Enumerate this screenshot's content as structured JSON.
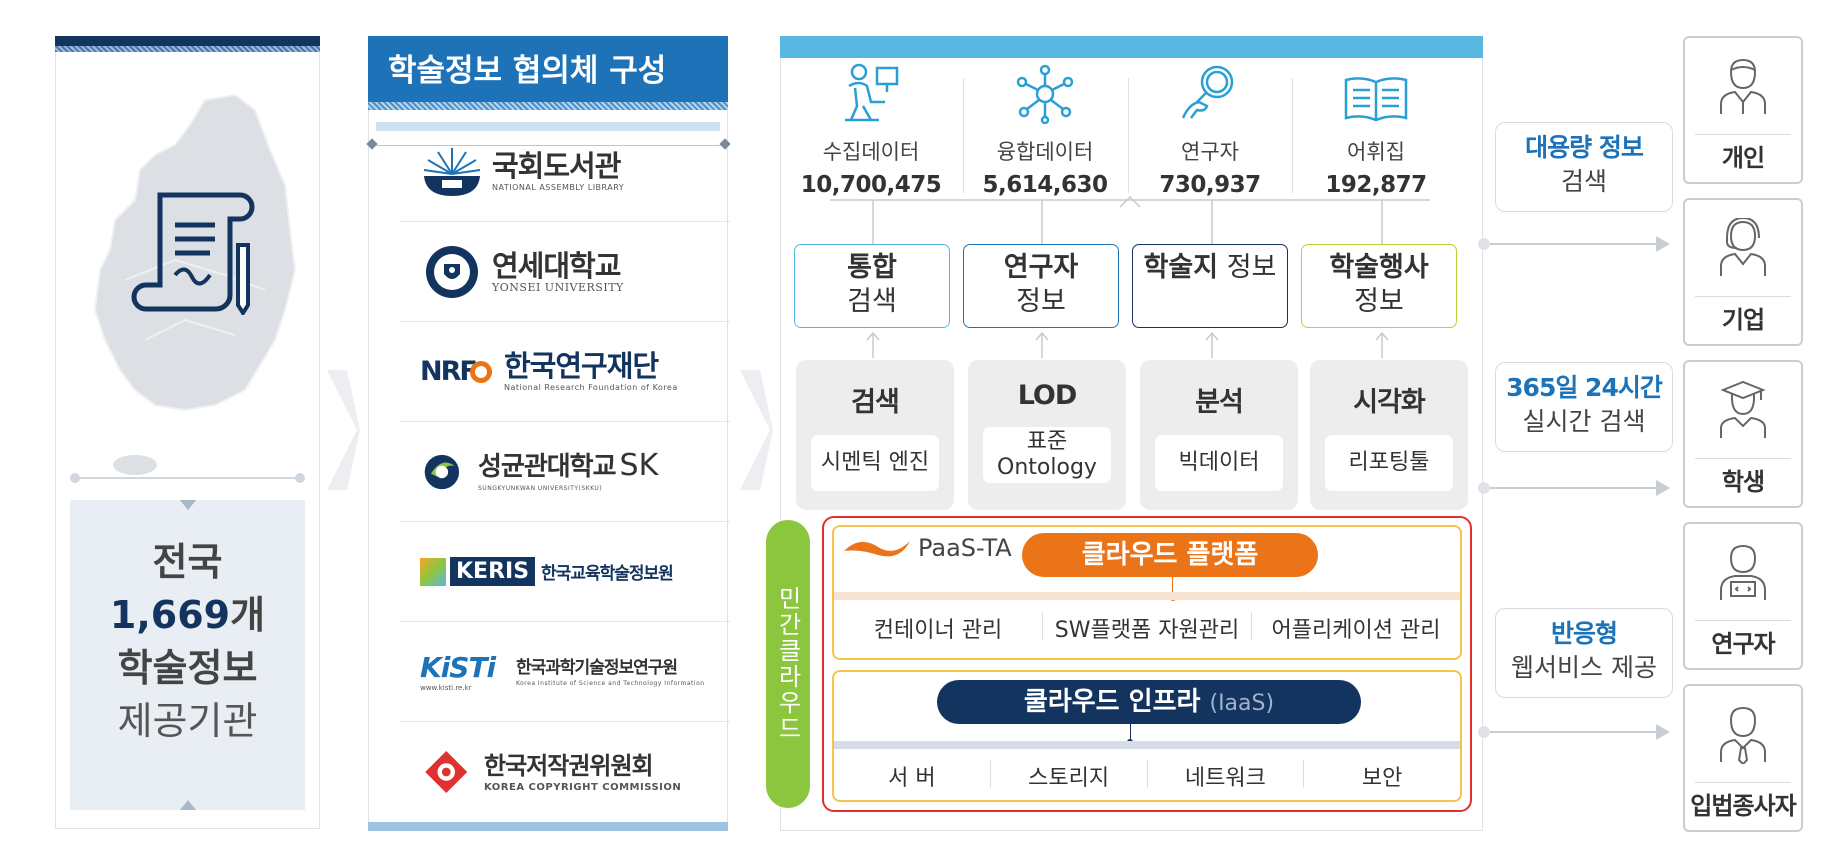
{
  "panel1": {
    "line1": "전국",
    "count": "1,669",
    "unit": "개",
    "line3": "학술정보",
    "line4": "제공기관"
  },
  "panel2": {
    "title": "학술정보 협의체 구성",
    "orgs": [
      {
        "name": "국회도서관",
        "sub": "NATIONAL ASSEMBLY LIBRARY"
      },
      {
        "name": "연세대학교",
        "sub": "YONSEI UNIVERSITY"
      },
      {
        "name": "한국연구재단",
        "sub": "National Research Foundation of Korea",
        "mark": "NRF"
      },
      {
        "name": "성균관대학교",
        "sub": "SUNGKYUNKWAN UNIVERSITY(SKKU)",
        "mark": "SK"
      },
      {
        "name": "한국교육학술정보원",
        "sub": "",
        "mark": "KERIS"
      },
      {
        "name": "한국과학기술정보연구원",
        "sub": "Korea Institute of Science and Technology Information",
        "mark": "KiSTi",
        "url": "www.kisti.re.kr"
      },
      {
        "name": "한국저작권위원회",
        "sub": "KOREA COPYRIGHT COMMISSION"
      }
    ]
  },
  "stats": [
    {
      "label": "수집데이터",
      "value": "10,700,475",
      "icon": "person-computer-icon"
    },
    {
      "label": "융합데이터",
      "value": "5,614,630",
      "icon": "network-nodes-icon"
    },
    {
      "label": "연구자",
      "value": "730,937",
      "icon": "magnifier-hand-icon"
    },
    {
      "label": "어휘집",
      "value": "192,877",
      "icon": "open-book-icon"
    }
  ],
  "services": [
    {
      "bold": "통합",
      "rest": "검색",
      "color": "#5ab7e2"
    },
    {
      "bold": "연구자",
      "rest": "정보",
      "color": "#1e73b8"
    },
    {
      "bold": "학술지",
      "rest": " 정보",
      "color": "#12345e"
    },
    {
      "bold": "학술행사",
      "rest": "정보",
      "color": "#b5d334"
    }
  ],
  "engines": [
    {
      "title": "검색",
      "tech": "시멘틱 엔진"
    },
    {
      "title": "LOD",
      "tech1": "표준",
      "tech2": "Ontology"
    },
    {
      "title": "분석",
      "tech": "빅데이터"
    },
    {
      "title": "시각화",
      "tech": "리포팅툴"
    }
  ],
  "cloud": {
    "label": "민간클라우드",
    "platform_logo": "PaaS-TA",
    "platform_title": "클라우드 플랫폼",
    "platform_items": [
      "컨테이너 관리",
      "SW플랫폼 자원관리",
      "어플리케이션 관리"
    ],
    "infra_title": "쿨라우드 인프라",
    "infra_sub": "(IaaS)",
    "infra_items": [
      "서 버",
      "스토리지",
      "네트워크",
      "보안"
    ]
  },
  "callouts": [
    {
      "highlight": "대용량 정보",
      "text": "검색"
    },
    {
      "highlight": "365일 24시간",
      "text": "실시간 검색"
    },
    {
      "highlight": "반응형",
      "text": "웹서비스 제공"
    }
  ],
  "users": [
    {
      "label": "개인",
      "icon": "person-suit-icon"
    },
    {
      "label": "기업",
      "icon": "person-headset-icon"
    },
    {
      "label": "학생",
      "icon": "person-graduate-icon"
    },
    {
      "label": "연구자",
      "icon": "person-developer-icon"
    },
    {
      "label": "입법종사자",
      "icon": "person-tie-icon"
    }
  ],
  "colors": {
    "navy": "#12345e",
    "blue": "#1e73b8",
    "sky": "#5ab7e2",
    "orange": "#ec7418",
    "green": "#8cc63f",
    "red": "#e03030",
    "yellow": "#f5c44a"
  }
}
